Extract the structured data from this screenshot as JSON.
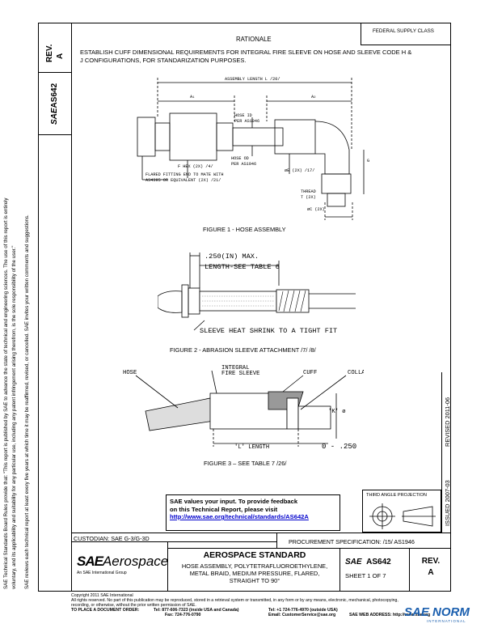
{
  "sidebar": {
    "rev_label": "REV.",
    "rev_value": "A",
    "doc_brand": "SAE",
    "doc_number": "AS642",
    "disclaimer_1": "SAE Technical Standards Board Rules provide that: \"This report is published by SAE to advance the state of technical and engineering sciences. The use of this report is entirely",
    "disclaimer_2": "voluntary, and its applicability and suitability for any particular use, including any patent infringement arising therefrom, is the sole responsibility of the user.\"",
    "disclaimer_3": "SAE reviews each technical report at least every five years at which time it may be reaffirmed, revised, or cancelled. SAE invites your written comments and suggestions.",
    "revised": "REVISED 2011-06",
    "issued": "ISSUED 2007-03"
  },
  "header": {
    "federal_supply_class": "FEDERAL SUPPLY CLASS",
    "rationale_title": "RATIONALE",
    "rationale_line1": "ESTABLISH CUFF DIMENSIONAL REQUIREMENTS FOR INTEGRAL FIRE SLEEVE ON HOSE AND SLEEVE CODE H &",
    "rationale_line2": "J CONFIGURATIONS, FOR STANDARIZATION  PURPOSES."
  },
  "figure1": {
    "assembly_length": "ASSEMBLY LENGTH L /20/",
    "a1": "A",
    "a1_sub": "1",
    "a2": "A",
    "a2_sub": "2",
    "hose_id_1": "HOSE ID",
    "hose_id_2": "PER AS1946",
    "f_hex": "F HEX (2X) /4/",
    "hose_od_1": "HOSE OD",
    "hose_od_2": "PER AS1946",
    "phi_e": "øE (2X) /17/",
    "flared_1": "FLARED FITTING END TO MATE WITH",
    "flared_2": "AS4395 OR EQUIVALENT (2X) /21/",
    "thread_1": "THREAD",
    "thread_2": "T (2X)",
    "phi_c": "øC (2X)",
    "g": "G",
    "caption": "FIGURE 1 - HOSE ASSEMBLY"
  },
  "figure2": {
    "max": ".250(IN) MAX.",
    "length": "LENGTH-SEE TABLE 6",
    "sleeve": "SLEEVE HEAT SHRINK TO A TIGHT FIT",
    "caption": "FIGURE 2 - ABRASION SLEEVE ATTACHMENT /7/ /8/"
  },
  "figure3": {
    "hose": "HOSE",
    "integral_1": "INTEGRAL",
    "integral_2": "FIRE SLEEVE",
    "cuff": "CUFF",
    "collar": "COLLAR",
    "k": "'K' ø",
    "l_length": "'L' LENGTH",
    "tol": "0 - .250",
    "caption": "FIGURE 3 – SEE TABLE 7 /26/"
  },
  "notice": {
    "line1": "SAE values your input. To provide feedback",
    "line2": "on this Technical Report, please visit",
    "link": "http://www.sae.org/technical/standards/AS642A"
  },
  "projection": {
    "label": "THIRD ANGLE PROJECTION"
  },
  "titleblock": {
    "custodian": "CUSTODIAN: SAE G-3/G-3D",
    "procurement": "PROCUREMENT SPECIFICATION: /15/ AS1946",
    "logo_sae": "SAE",
    "logo_aero": "Aerospace",
    "logo_sub": "An SAE International Group",
    "standard": "AEROSPACE STANDARD",
    "desc1": "HOSE ASSEMBLY, POLYTETRAFLUOROETHYLENE,",
    "desc2": "METAL BRAID, MEDIUM PRESSURE, FLARED,",
    "desc3": "STRAIGHT TO 90°",
    "doc_brand": "SAE",
    "doc_number": "AS642",
    "sheet": "SHEET 1 OF 7",
    "rev_label": "REV.",
    "rev_value": "A"
  },
  "footer": {
    "copyright": "Copyright 2011 SAE International",
    "rights": "All rights reserved. No part of this publication may be reproduced, stored in a retrieval system or transmitted, in any form or by any means, electronic, mechanical, photocopying,",
    "rights2": "recording, or otherwise, without the prior written permission of SAE.",
    "order_label": "TO PLACE A DOCUMENT ORDER:",
    "tel_us": "Tel:  877-606-7323 (inside USA and Canada)",
    "tel_intl": "Tel:  +1 724-776-4970 (outside USA)",
    "fax": "Fax:  724-776-0790",
    "email": "Email: CustomerService@sae.org",
    "web": "SAE WEB ADDRESS:   http://www.sae.org",
    "watermark": "SAE NORM",
    "watermark_sub": "INTERNATIONAL"
  }
}
